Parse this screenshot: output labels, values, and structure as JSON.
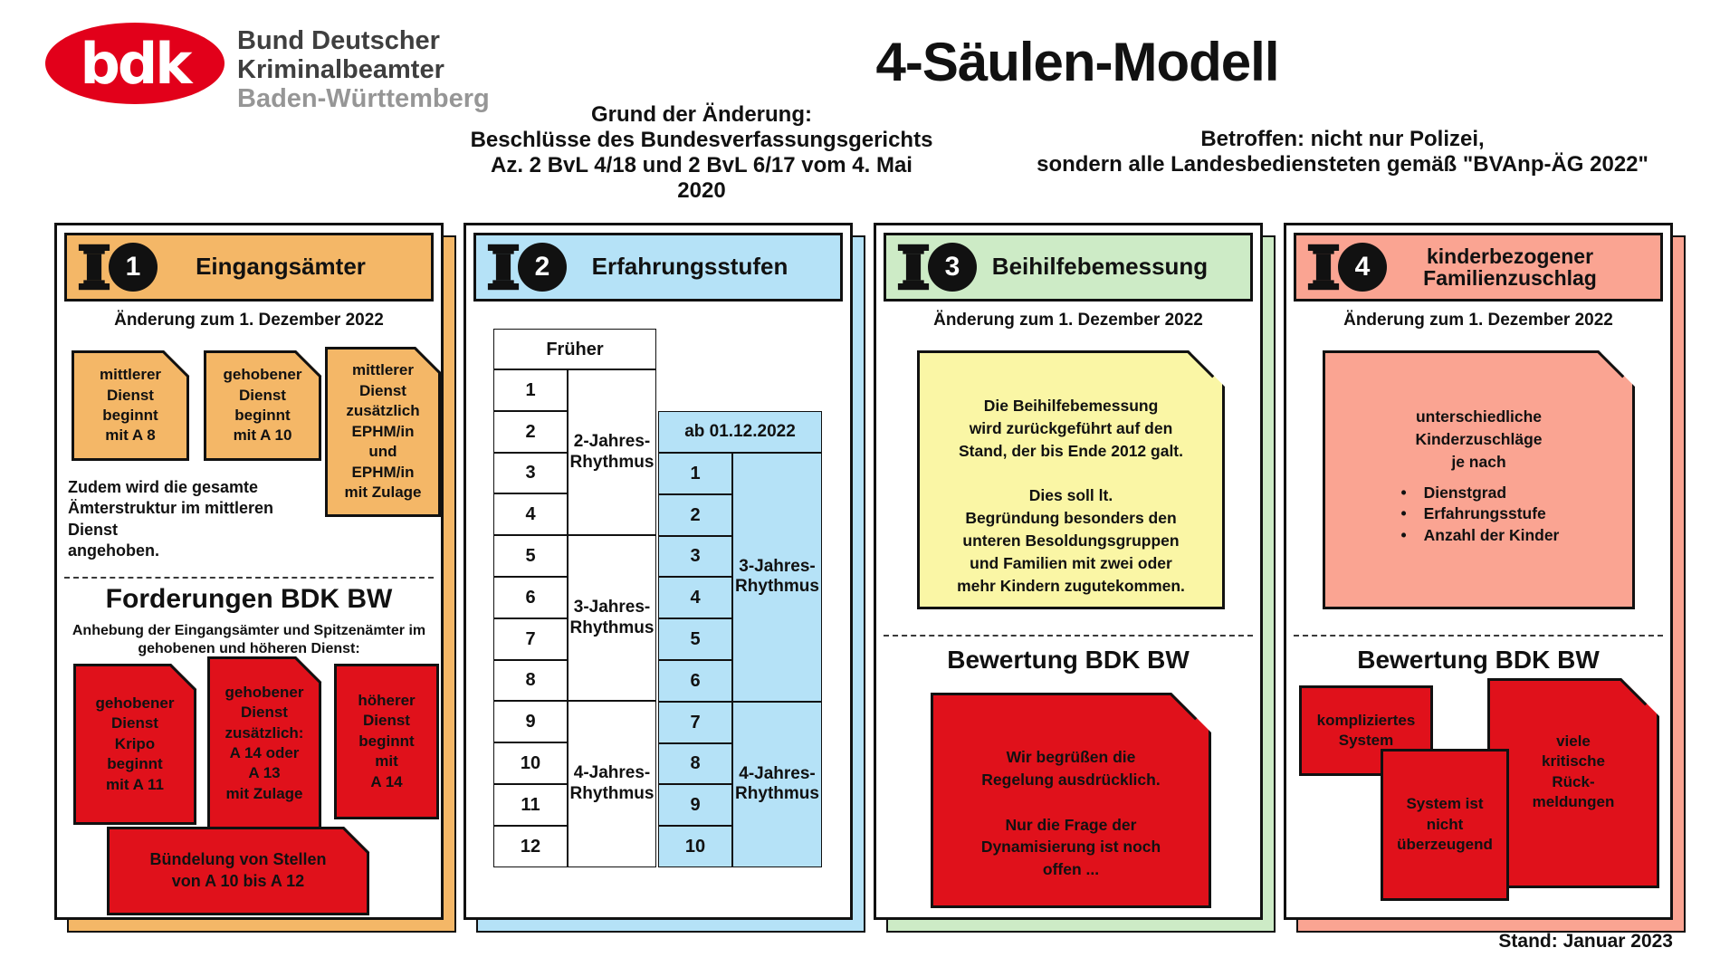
{
  "logo": {
    "abbr": "bdk",
    "line1": "Bund Deutscher",
    "line2": "Kriminalbeamter",
    "line3": "Baden-Württemberg"
  },
  "header": {
    "title": "4-Säulen-Modell",
    "reason": "Grund der Änderung:\nBeschlüsse des Bundesverfassungsgerichts\nAz. 2 BvL 4/18 und 2 BvL 6/17 vom 4. Mai\n2020",
    "affected": "Betroffen: nicht nur Polizei,\nsondern alle Landesbediensteten gemäß \"BVAnp-ÄG 2022\""
  },
  "colors": {
    "pillar1_orange": "#F4B767",
    "pillar2_blue": "#B5E2F7",
    "pillar3_green": "#CDEBC6",
    "pillar4_salmon": "#FAA492",
    "note_yellow": "#FAF6A5",
    "alert_red": "#E0111B",
    "logo_red": "#E2001A",
    "ink": "#111111"
  },
  "pillars": [
    {
      "number": "1",
      "title": "Eingangsämter",
      "accent": "#F4B767",
      "change_label": "Änderung zum 1. Dezember 2022",
      "cards": [
        "mittlerer\nDienst\nbeginnt\nmit A 8",
        "gehobener\nDienst\nbeginnt\nmit A 10",
        "mittlerer\nDienst\nzusätzlich\nEPHM/in\nund\nEPHM/in\nmit Zulage"
      ],
      "note": "Zudem wird die gesamte\nÄmterstruktur im mittleren Dienst\nangehoben.",
      "demands_title": "Forderungen BDK BW",
      "demands_subtitle": "Anhebung der Eingangsämter und Spitzenämter im\ngehobenen und höheren Dienst:",
      "demand_cards": [
        "gehobener\nDienst\nKripo\nbeginnt\nmit A 11",
        "gehobener\nDienst\nzusätzlich:\nA 14 oder\nA 13\nmit Zulage",
        "höherer\nDienst\nbeginnt\nmit\nA 14"
      ],
      "bundle_card": "Bündelung von Stellen\nvon A 10 bis A 12"
    },
    {
      "number": "2",
      "title": "Erfahrungsstufen",
      "accent": "#B5E2F7",
      "table": {
        "old_header": "Früher",
        "old_steps": [
          "1",
          "2",
          "3",
          "4",
          "5",
          "6",
          "7",
          "8",
          "9",
          "10",
          "11",
          "12"
        ],
        "old_groups": [
          {
            "label": "2-Jahres-\nRhythmus",
            "steps": "1–4"
          },
          {
            "label": "3-Jahres-\nRhythmus",
            "steps": "5–8"
          },
          {
            "label": "4-Jahres-\nRhythmus",
            "steps": "9–12"
          }
        ],
        "new_header": "ab 01.12.2022",
        "new_steps": [
          "1",
          "2",
          "3",
          "4",
          "5",
          "6",
          "7",
          "8",
          "9",
          "10"
        ],
        "new_groups": [
          {
            "label": "3-Jahres-\nRhythmus",
            "steps": "1–6"
          },
          {
            "label": "4-Jahres-\nRhythmus",
            "steps": "7–10"
          }
        ]
      }
    },
    {
      "number": "3",
      "title": "Beihilfebemessung",
      "accent": "#CDEBC6",
      "change_label": "Änderung zum 1. Dezember 2022",
      "note_card": "Die Beihilfebemessung\nwird zurückgeführt auf den\nStand, der bis Ende 2012 galt.\n\nDies soll lt.\nBegründung besonders den\nunteren Besoldungsgruppen\nund Familien mit zwei oder\nmehr Kindern zugutekommen.",
      "rating_title": "Bewertung BDK BW",
      "rating_card": "Wir begrüßen die\nRegelung ausdrücklich.\n\nNur die Frage der\nDynamisierung ist noch\noffen ..."
    },
    {
      "number": "4",
      "title": "kinderbezogener\nFamilienzuschlag",
      "accent": "#FAA492",
      "change_label": "Änderung zum 1. Dezember 2022",
      "note_intro": "unterschiedliche\nKinderzuschläge\nje nach",
      "bullet_char": "•",
      "note_bullets": [
        "Dienstgrad",
        "Erfahrungsstufe",
        "Anzahl der Kinder"
      ],
      "rating_title": "Bewertung BDK BW",
      "rating_cards": [
        "kompliziertes\nSystem",
        "System ist\nnicht\nüberzeugend",
        "viele\nkritische\nRück-\nmeldungen"
      ]
    }
  ],
  "footer": {
    "stamp": "Stand: Januar 2023"
  }
}
